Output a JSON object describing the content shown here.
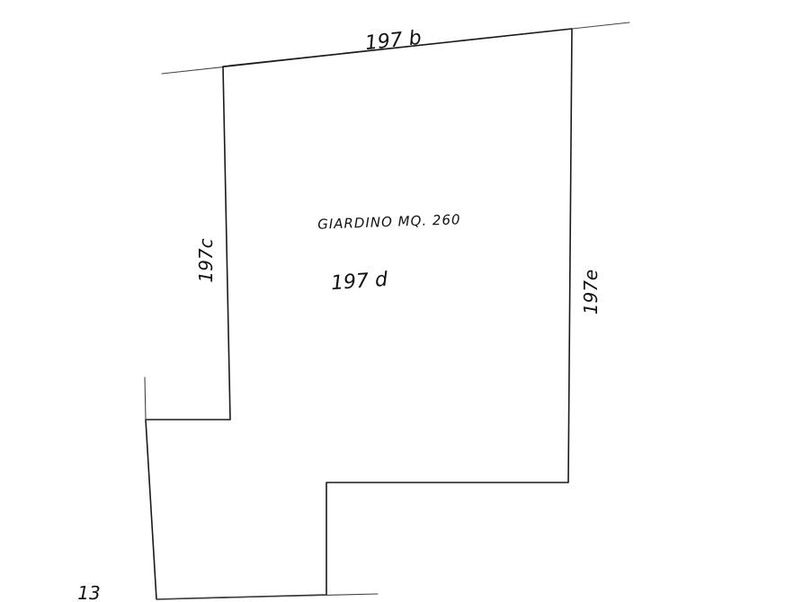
{
  "labels": {
    "parcel_top": "197 b",
    "parcel_left": "197c",
    "parcel_right": "197e",
    "parcel_center": "197 d",
    "garden_area": "GIARDINO MQ. 260",
    "parcel_bottom_left": "13"
  }
}
